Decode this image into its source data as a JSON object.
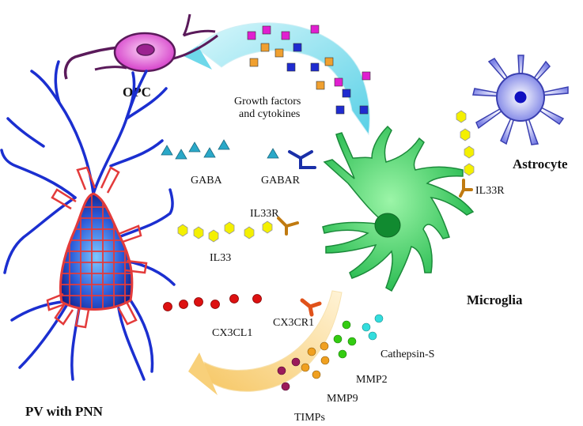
{
  "labels": {
    "opc": "OPC",
    "growth_line1": "Growth factors",
    "growth_line2": "and cytokines",
    "astrocyte": "Astrocyte",
    "gaba": "GABA",
    "gabar": "GABAR",
    "il33r_microglia": "IL33R",
    "il33r_astrocyte": "IL33R",
    "il33": "IL33",
    "microglia": "Microglia",
    "cx3cl1": "CX3CL1",
    "cx3cr1": "CX3CR1",
    "cathepsin": "Cathepsin-S",
    "mmp2": "MMP2",
    "mmp9": "MMP9",
    "timps": "TIMPs",
    "pv_pnn": "PV with PNN"
  },
  "colors": {
    "opc_body": "#e066d8",
    "microglia": "#2ec85a",
    "astrocyte": "#5a5fd8",
    "pv_neuron": "#1f3fbf",
    "pnn": "#e33b3b",
    "il33": "#f4f000",
    "gaba": "#2aa8c8",
    "cx3cl1": "#dd1111",
    "cathepsin": "#33dddd",
    "mmp2": "#33cc11",
    "mmp9": "#f0a020",
    "timps": "#9b1a5a",
    "arrow_top": "#8fe3f0",
    "arrow_bottom": "#f8d58a"
  }
}
